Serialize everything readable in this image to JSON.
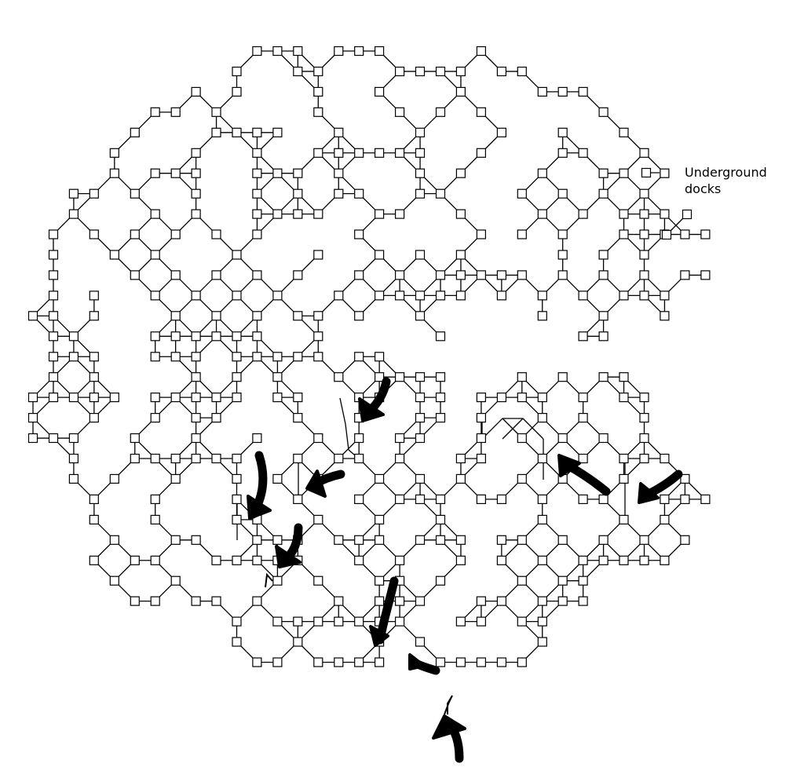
{
  "label": {
    "line1": "Underground",
    "line2": "docks"
  },
  "colors": {
    "ink": "#000000",
    "paper": "#ffffff"
  },
  "arrow_count": 9
}
